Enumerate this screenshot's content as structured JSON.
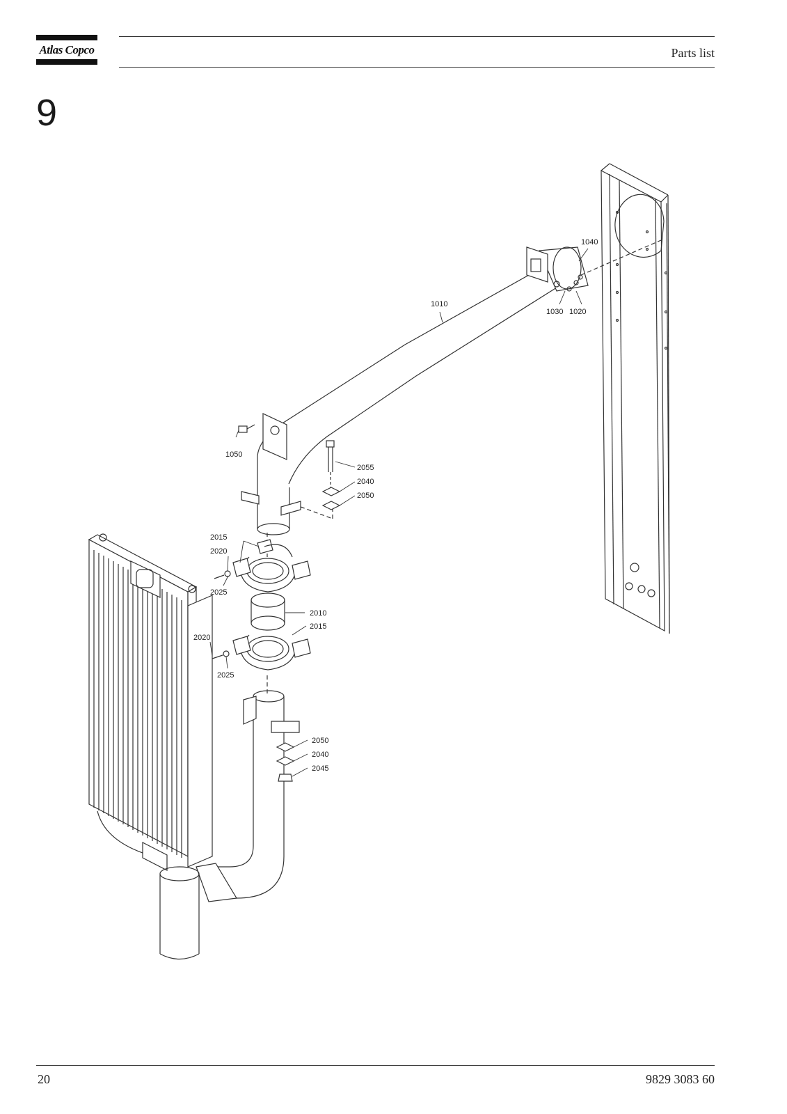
{
  "header": {
    "logo_text": "Atlas Copco",
    "section_title": "Parts list"
  },
  "section_number": "9",
  "callouts": {
    "p1010": "1010",
    "p1020": "1020",
    "p1030": "1030",
    "p1040": "1040",
    "p1050": "1050",
    "p2010": "2010",
    "p2015": "2015",
    "p2020": "2020",
    "p2025": "2025",
    "p2040": "2040",
    "p2045": "2045",
    "p2050": "2050",
    "p2055": "2055"
  },
  "footer": {
    "page_number": "20",
    "document_number": "9829 3083 60"
  }
}
